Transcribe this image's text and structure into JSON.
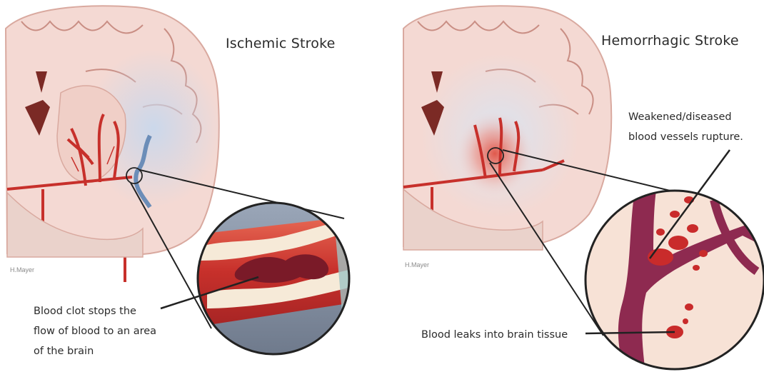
{
  "left_panel": {
    "title": "Ischemic Stroke",
    "caption_lines": [
      "Blood clot stops the",
      "flow of blood to an area",
      "of the brain"
    ],
    "signature": "H.Mayer"
  },
  "right_panel": {
    "title": "Hemorrhagic Stroke",
    "caption_top_lines": [
      "Weakened/diseased",
      "blood vessels rupture."
    ],
    "caption_bottom": "Blood leaks into brain tissue",
    "signature": "H.Mayer"
  },
  "colors": {
    "brain_tissue": "#f4d9d3",
    "gray_matter": "#e9bfb6",
    "artery": "#c7302b",
    "clot": "#7a1a28",
    "ischemic_zone": "#c9d8ec",
    "hemorrhage": "#e0493a",
    "vessel_purple": "#8e2a50"
  },
  "icons": [
    "brain-cross-section",
    "magnifier-circle",
    "blood-clot",
    "ruptured-vessel"
  ]
}
